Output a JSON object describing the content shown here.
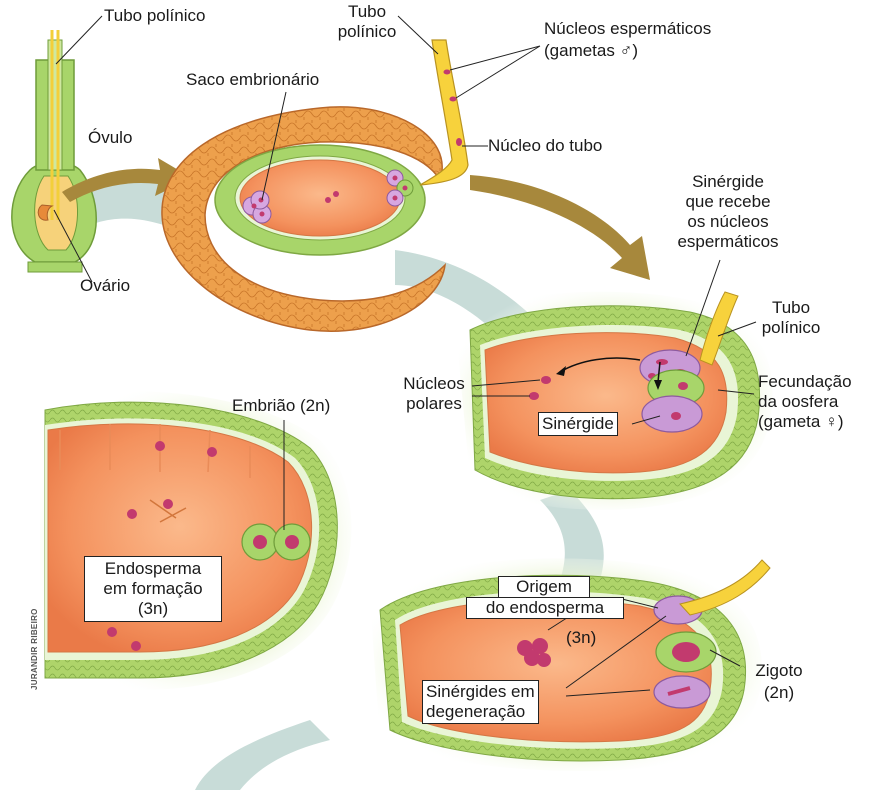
{
  "labels": {
    "tubo_polinico_top": "Tubo polínico",
    "tubo_polinico_mid_1": "Tubo",
    "tubo_polinico_mid_2": "polínico",
    "nucleos_espermaticos_1": "Núcleos espermáticos",
    "nucleos_espermaticos_2": "(gametas ♂)",
    "saco_embrionario": "Saco embrionário",
    "ovulo": "Óvulo",
    "ovario": "Ovário",
    "nucleo_do_tubo": "Núcleo do tubo",
    "sinergide_recebe_1": "Sinérgide",
    "sinergide_recebe_2": "que recebe",
    "sinergide_recebe_3": "os núcleos",
    "sinergide_recebe_4": "espermáticos",
    "tubo_polinico_right_1": "Tubo",
    "tubo_polinico_right_2": "polínico",
    "nucleos_polares_1": "Núcleos",
    "nucleos_polares_2": "polares",
    "sinergide": "Sinérgide",
    "fecundacao_1": "Fecundação",
    "fecundacao_2": "da oosfera",
    "fecundacao_3": "(gameta ♀)",
    "embriao": "Embrião (2n)",
    "endosperma_1": "Endosperma",
    "endosperma_2": "em formação",
    "endosperma_3": "(3n)",
    "origem_1": "Origem",
    "origem_2": "do endosperma",
    "origem_3": "(3n)",
    "zigoto_1": "Zigoto",
    "zigoto_2": "(2n)",
    "sinergides_degeneracao_1": "Sinérgides em",
    "sinergides_degeneracao_2": "degeneração"
  },
  "credit": "JURANDIR RIBEIRO",
  "colors": {
    "sac_orange": "#f4925e",
    "ovule_orange": "#f2a850",
    "cell_green": "#a8d56a",
    "membrane_green": "#cfe8a0",
    "nucleus": "#c23a6e",
    "synergid_purple": "#c99ad6",
    "pollen_tube_yellow": "#f7d23c",
    "arrow_brown": "#a7883c",
    "flow_arrow_teal": "#c8dcd8"
  }
}
